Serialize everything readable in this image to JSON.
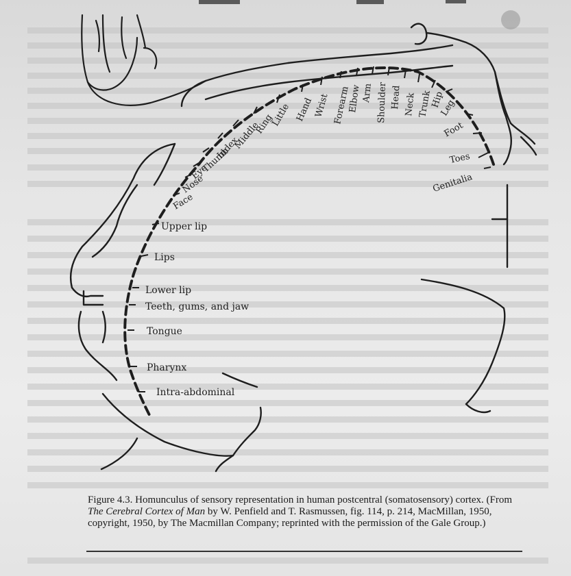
{
  "figure": {
    "sensory_labels": [
      "Genitalia",
      "Toes",
      "Foot",
      "Leg",
      "Hip",
      "Trunk",
      "Neck",
      "Head",
      "Shoulder",
      "Arm",
      "Elbow",
      "Forearm",
      "Wrist",
      "Hand",
      "Little",
      "Ring",
      "Middle",
      "Index",
      "Thumb",
      "Eye",
      "Nose",
      "Face"
    ],
    "horizontal_labels": [
      "Upper lip",
      "Lips",
      "Lower lip",
      "Teeth, gums, and jaw",
      "Tongue",
      "Pharynx",
      "Intra-abdominal"
    ]
  },
  "caption": {
    "part1": "Figure 4.3. Homunculus of sensory representation in human postcentral (somatosensory) cortex. (From ",
    "title_italic": "The Cerebral Cortex of Man",
    "part2": " by W. Penfield and T. Rasmussen, fig. 114, p. 214, MacMillan, 1950, copyright, 1950, by The Macmillan Company; reprinted with the permission of the Gale Group.)"
  },
  "colors": {
    "ink": "#1e1e1e",
    "paper": "#e6e6e6",
    "bleed_text": "#b4b4b4"
  }
}
